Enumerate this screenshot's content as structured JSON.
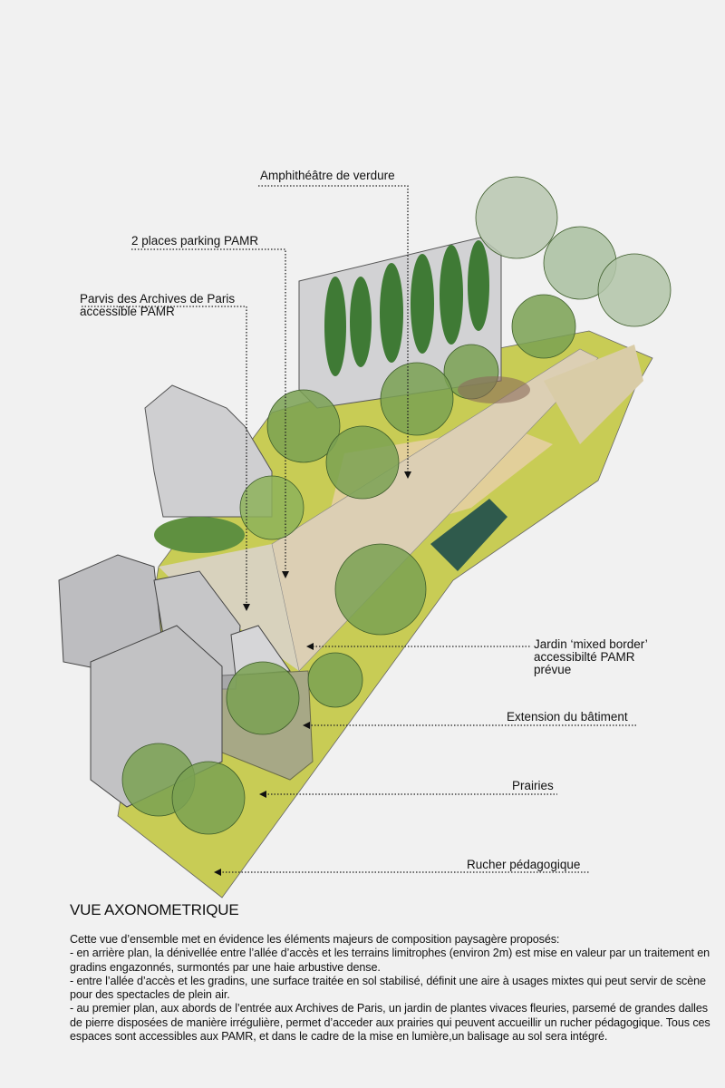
{
  "labels": {
    "amphitheatre": "Amphithéâtre de verdure",
    "parking": "2 places parking PAMR",
    "parvis_line1": "Parvis des Archives de Paris",
    "parvis_line2": "accessible PAMR",
    "jardin_line1": "Jardin ‘mixed border’",
    "jardin_line2": "accessibilté PAMR",
    "jardin_line3": "prévue",
    "extension": "Extension du bâtiment",
    "prairies": "Prairies",
    "rucher": "Rucher pédagogique"
  },
  "caption": {
    "title": "VUE AXONOMETRIQUE",
    "intro": "Cette vue d’ensemble met en évidence les éléments majeurs de composition paysagère proposés:",
    "item1": "- en arrière plan, la dénivellée entre l’allée d’accès et les terrains limitrophes (environ 2m) est mise en valeur par un traitement en gradins engazonnés, surmontés par une haie arbustive dense.",
    "item2": "- entre l’allée d’accès et les gradins, une surface traitée en sol stabilisé, définit une aire à usages mixtes qui peut servir de scène pour des spectacles de plein air.",
    "item3": "- au premier plan, aux abords de l’entrée aux Archives de Paris, un jardin de plantes vivaces fleuries, parsemé de grandes dalles de pierre disposées de manière irrégulière, permet d’acceder aux prairies qui peuvent accueillir un rucher pédagogique. Tous ces espaces sont  accessibles aux PAMR, et dans le cadre de la mise en lumière,un balisage au sol sera intégré."
  },
  "colors": {
    "background": "#f1f1f1",
    "meadow": "#c9cf4a",
    "path": "#d9cfb0",
    "building": "#c9c9cb",
    "tree": "#6f9a4a",
    "cypress": "#3f7a35"
  }
}
